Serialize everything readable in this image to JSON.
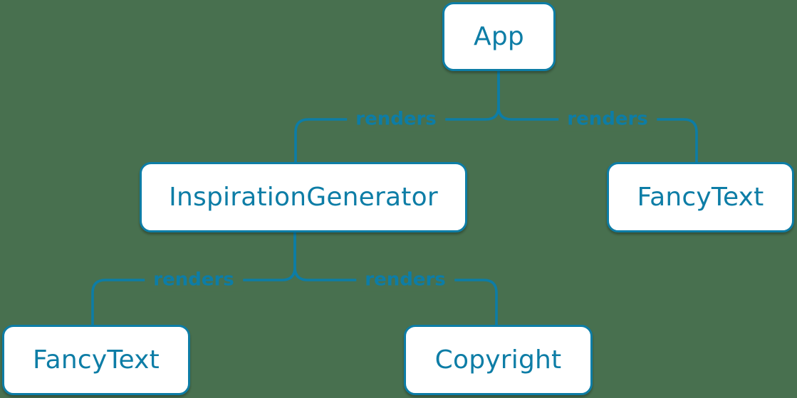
{
  "diagram": {
    "colors": {
      "background": "#48704F",
      "accent": "#0D7DA6",
      "node_fill": "#FFFFFF"
    },
    "nodes": {
      "app": {
        "label": "App"
      },
      "inspiration_generator": {
        "label": "InspirationGenerator"
      },
      "fancy_text_top": {
        "label": "FancyText"
      },
      "fancy_text_bottom": {
        "label": "FancyText"
      },
      "copyright": {
        "label": "Copyright"
      }
    },
    "edges": [
      {
        "from": "App",
        "to": "InspirationGenerator",
        "label": "renders"
      },
      {
        "from": "App",
        "to": "FancyText",
        "label": "renders"
      },
      {
        "from": "InspirationGenerator",
        "to": "FancyText",
        "label": "renders"
      },
      {
        "from": "InspirationGenerator",
        "to": "Copyright",
        "label": "renders"
      }
    ]
  }
}
